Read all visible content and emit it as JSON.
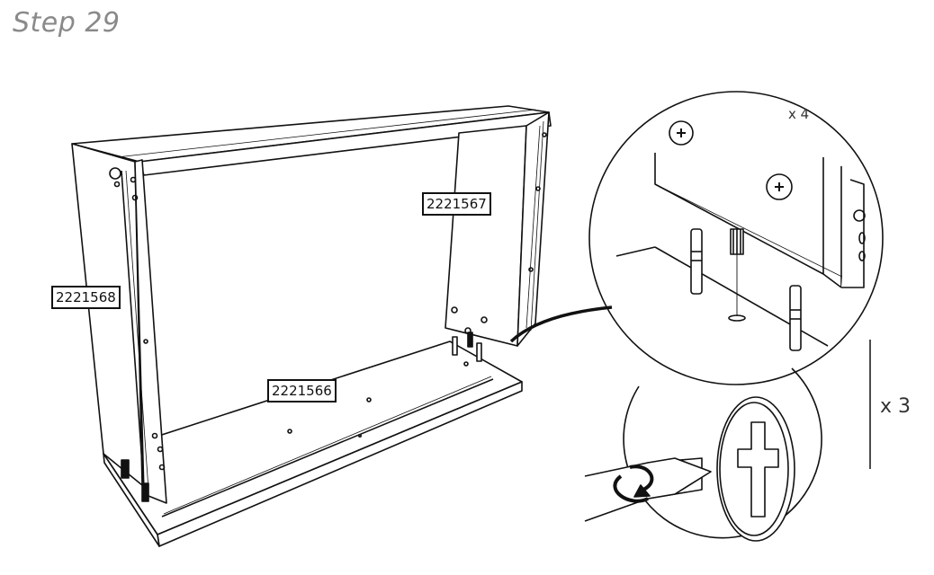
{
  "step": {
    "title": "Step 29"
  },
  "parts": {
    "top_panel": "2221567",
    "side_panel": "2221568",
    "bottom_panel": "2221566"
  },
  "quantities": {
    "dowels": "x 4",
    "screws": "x 3"
  }
}
